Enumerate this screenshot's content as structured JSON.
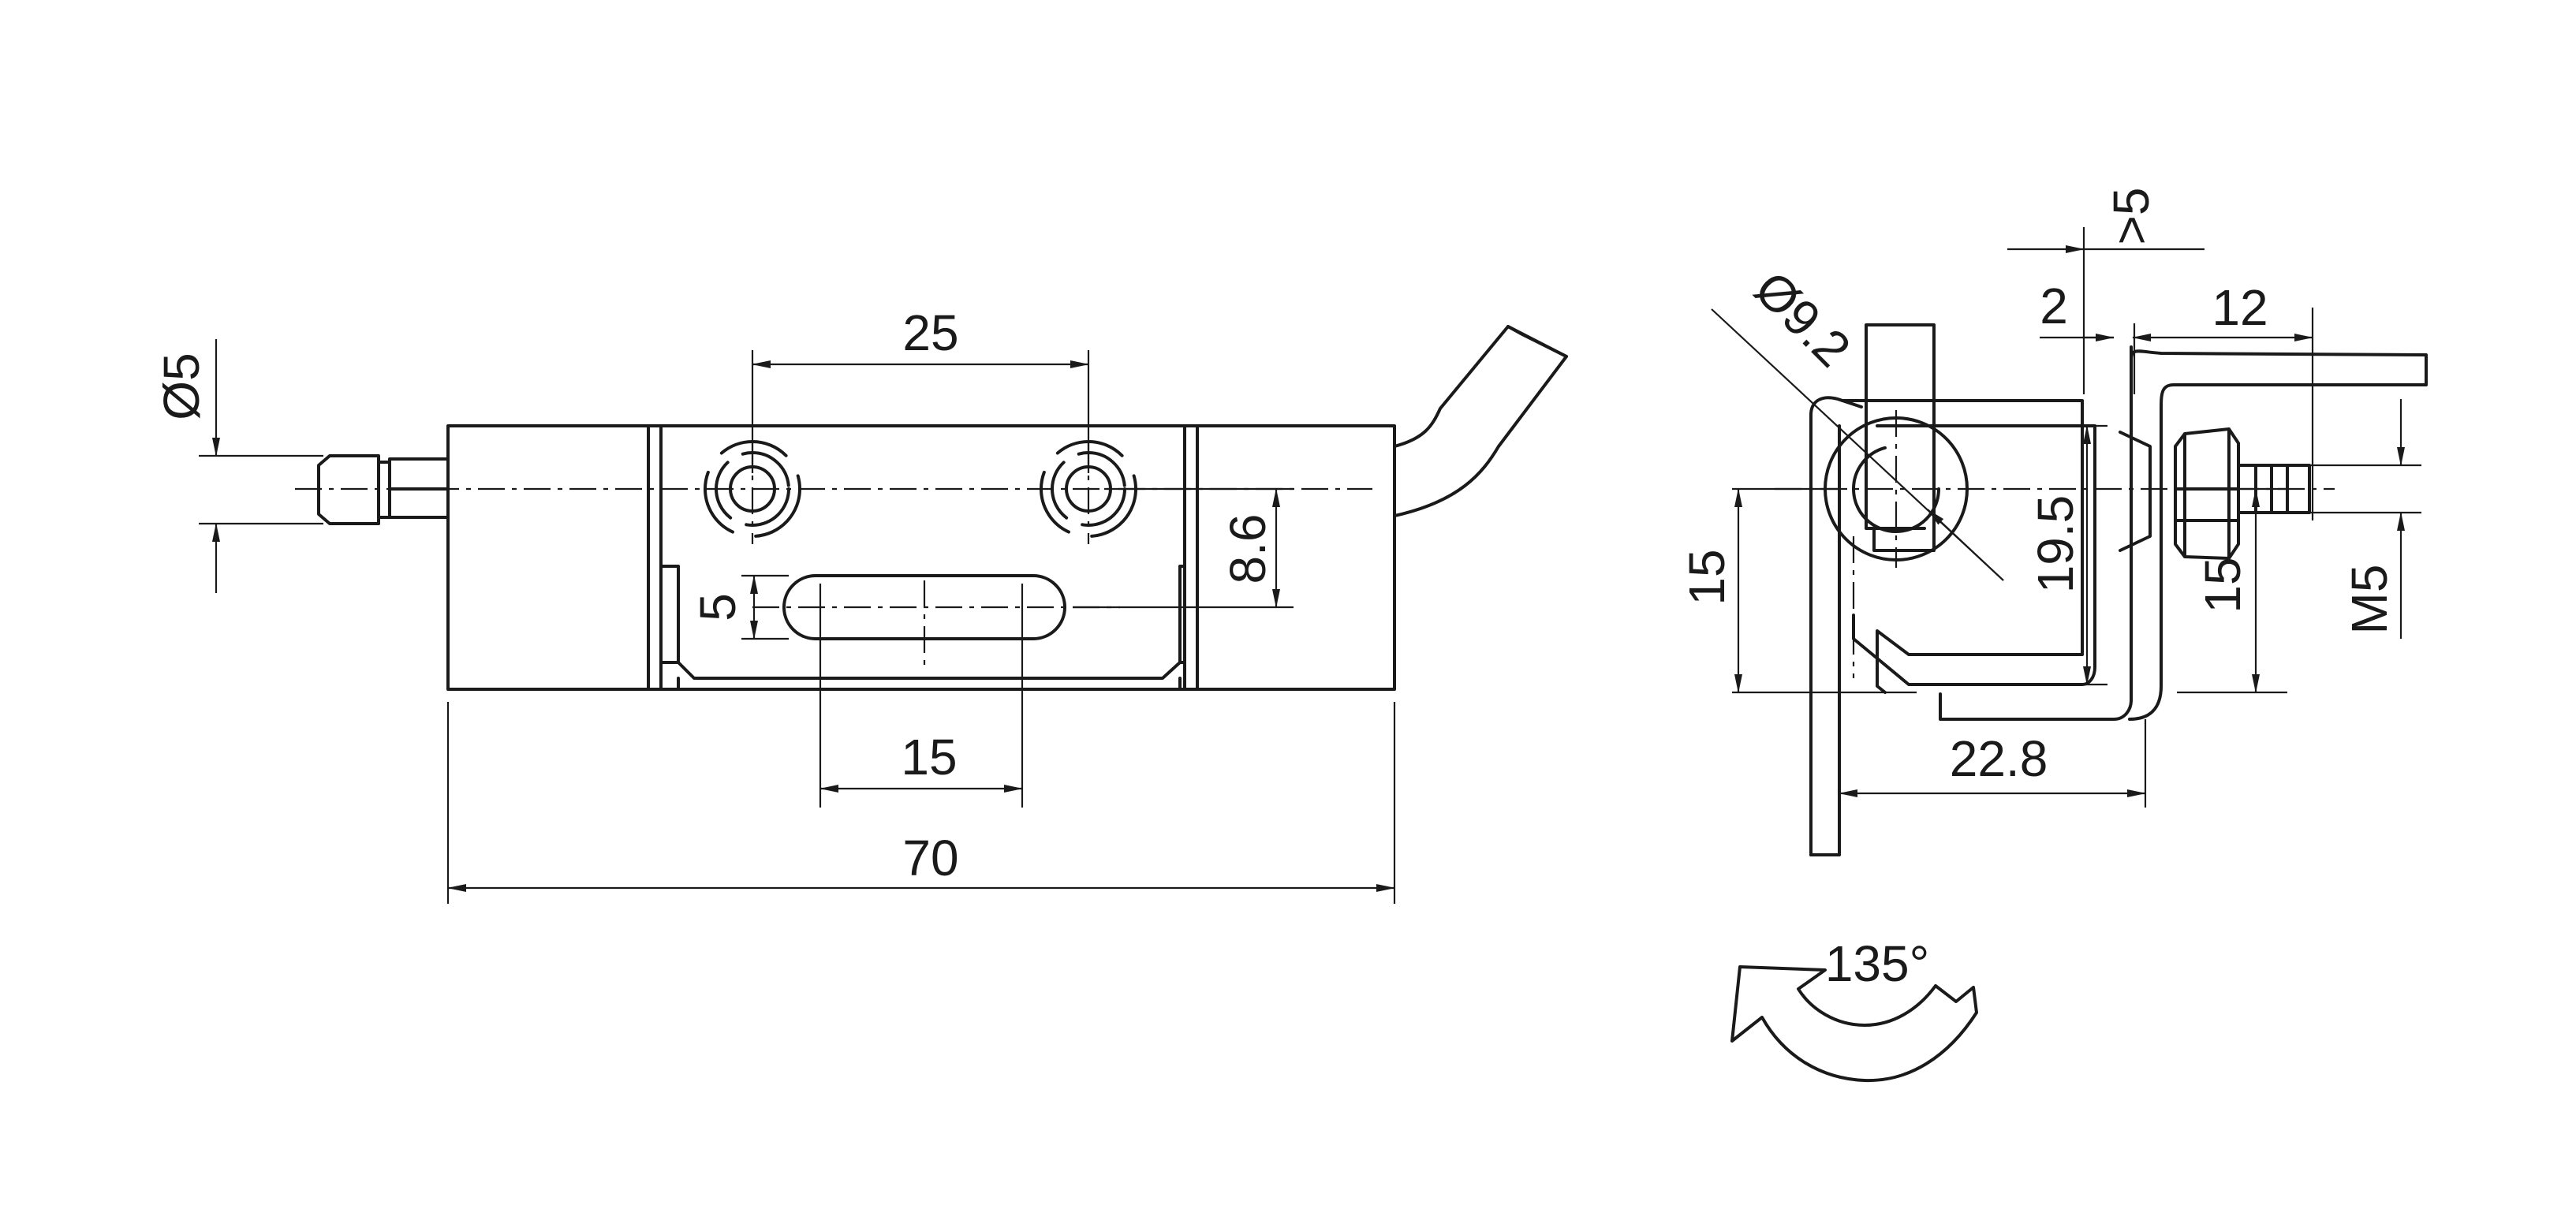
{
  "colors": {
    "line": "#1a1a1a",
    "background": "#ffffff"
  },
  "front_view": {
    "dimensions": {
      "hole_spacing": "25",
      "overall_length": "70",
      "slot_length": "15",
      "slot_width": "5",
      "hole_offset": "8.6",
      "pin_diameter": "Ø5"
    }
  },
  "side_view": {
    "dimensions": {
      "clearance": ">5",
      "gap": "2",
      "flange": "12",
      "bore_diameter": "Ø9.2",
      "height": "19.5",
      "bore_height": "15",
      "thread_height": "15",
      "thread": "M5",
      "depth": "22.8"
    }
  },
  "rotation": {
    "angle_label": "135°",
    "icon": "rotation-arrow-icon"
  }
}
